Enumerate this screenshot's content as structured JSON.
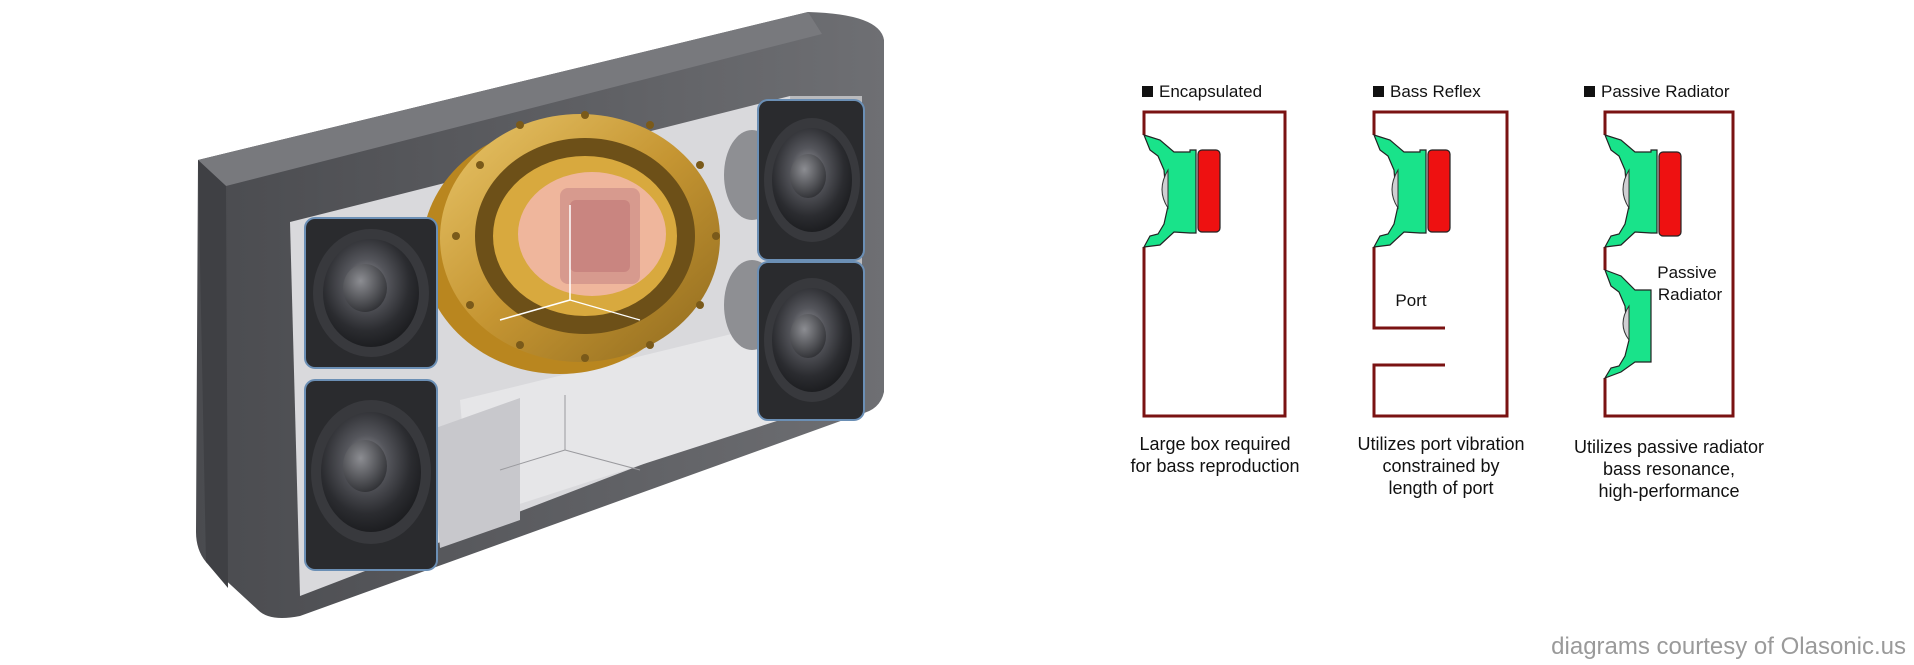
{
  "diagrams": [
    {
      "type": "Encapsulated",
      "caption_lines": [
        "Large box required",
        "for bass reproduction"
      ]
    },
    {
      "type": "Bass Reflex",
      "inner_label": "Port",
      "caption_lines": [
        "Utilizes port vibration",
        "constrained by",
        "length of port"
      ]
    },
    {
      "type": "Passive Radiator",
      "inner_label_lines": [
        "Passive",
        "Radiator"
      ],
      "caption_lines": [
        "Utilizes passive radiator",
        "bass resonance,",
        "high-performance"
      ]
    }
  ],
  "credit": "diagrams courtesy of Olasonic.us",
  "colors": {
    "enclosure_outline": "#7a1212",
    "driver_surround": "#19e38a",
    "magnet": "#ee1111",
    "cabinet": "#5e5f63",
    "brass_housing": "#c59532"
  }
}
